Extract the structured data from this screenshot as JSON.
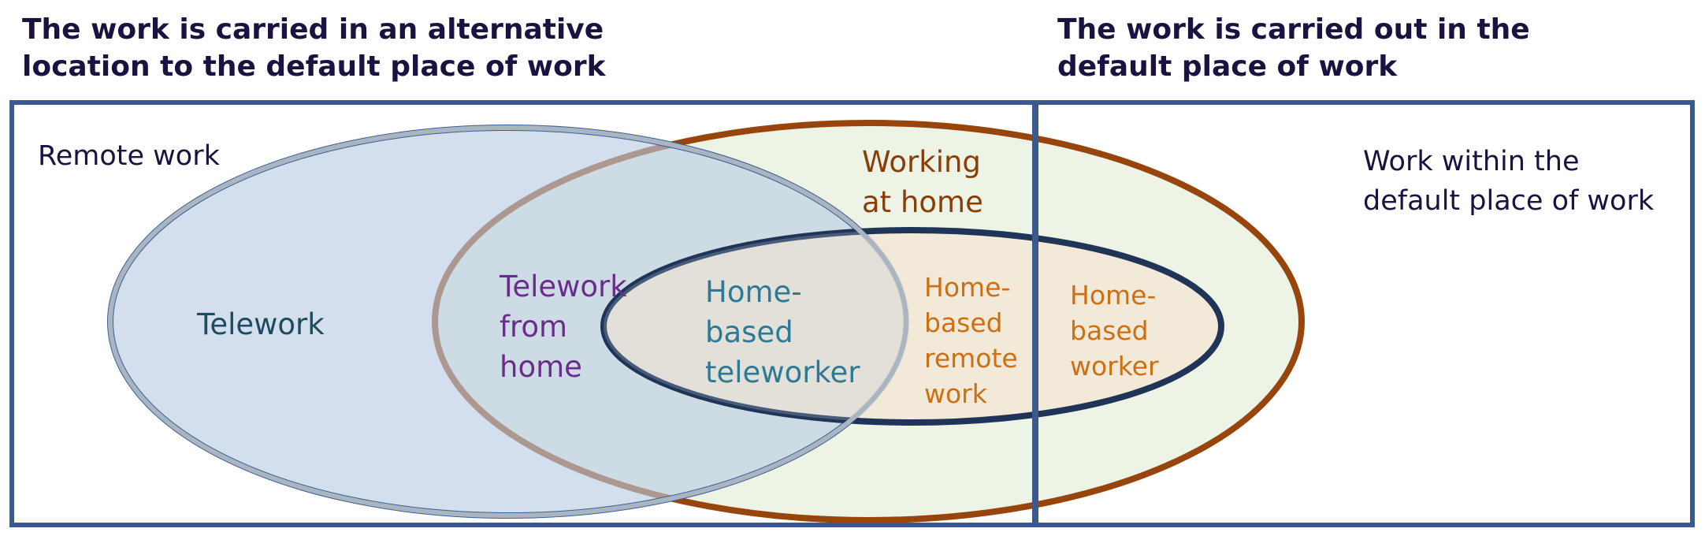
{
  "headers": {
    "left": [
      "The work is carried in an alternative",
      "location to the default place of work"
    ],
    "right": [
      "The work is carried out in the",
      "default place of work"
    ]
  },
  "labels": {
    "remote_work": [
      "Remote work"
    ],
    "work_within": [
      "Work within the",
      "default place of work"
    ],
    "telework": [
      "Telework"
    ],
    "working_at_home": [
      "Working",
      "at home"
    ],
    "telework_from_home": [
      "Telework",
      "from",
      "home"
    ],
    "home_based_teleworker": [
      "Home-",
      "based",
      "teleworker"
    ],
    "home_based_remote_work": [
      "Home-",
      "based",
      "remote",
      "work"
    ],
    "home_based_worker": [
      "Home-",
      "based",
      "worker"
    ]
  },
  "colors": {
    "header_text": "#1c1240",
    "frame_stroke": "#3a5a8c",
    "telework_fill": "#b9cce4",
    "telework_stroke": "#3c5f95",
    "working_home_fill": "#edf4e6",
    "working_home_stroke": "#97450d",
    "inner_stroke": "#1f3457",
    "inner_fill": "#f1e8dc",
    "telework_label": "#1e4b5e",
    "working_home_label": "#8a3d05",
    "telework_from_home_label": "#6a2d8c",
    "home_based_teleworker_label": "#2c7a96",
    "home_based_label": "#cc7014",
    "plain_label": "#1c1240"
  }
}
